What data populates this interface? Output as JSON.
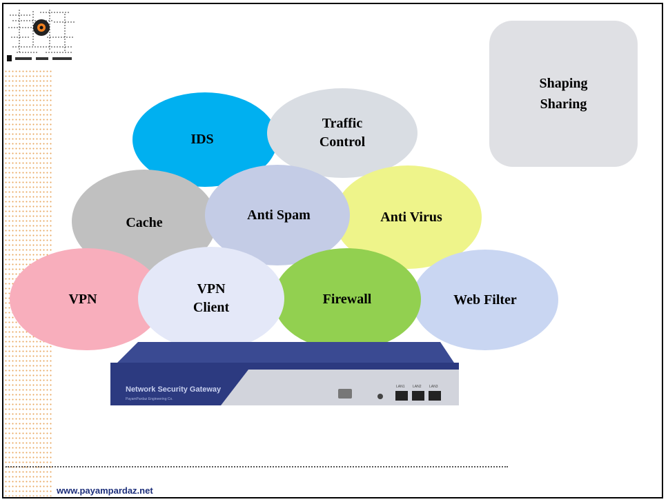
{
  "services": {
    "ids": "IDS",
    "traffic_control": "Traffic\nControl",
    "cache": "Cache",
    "anti_spam": "Anti Spam",
    "anti_virus": "Anti Virus",
    "vpn": "VPN",
    "vpn_client": "VPN\nClient",
    "firewall": "Firewall",
    "web_filter": "Web Filter"
  },
  "shaping_box": {
    "line1": "Shaping",
    "line2": "Sharing"
  },
  "device": {
    "name": "Network Security Gateway",
    "maker": "PayamPardaz Engineering Co.",
    "port_labels": [
      "LAN1",
      "LAN2",
      "LAN3"
    ]
  },
  "footer": {
    "url": "www.payampardaz.net"
  },
  "colors": {
    "ids": "#00b0f0",
    "traffic_control": "#d9dde3",
    "cache": "#c0c0c0",
    "anti_spam": "#c4cce6",
    "anti_virus": "#eef48a",
    "vpn": "#f8aebc",
    "vpn_client": "#e4e8f8",
    "firewall": "#92d050",
    "web_filter": "#c9d6f2",
    "shaping_box": "#dfe0e4",
    "device_body": "#2c3a80"
  }
}
